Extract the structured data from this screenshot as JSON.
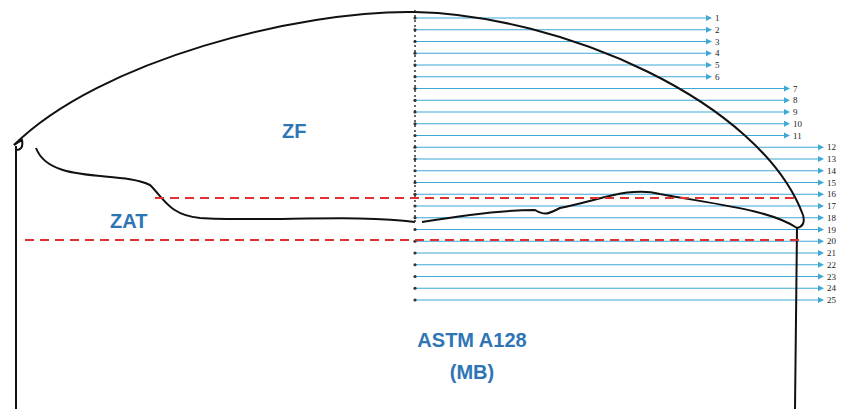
{
  "diagram": {
    "labels": [
      "ZF",
      "ZAT",
      "ASTM A128 (MB)",
      "1",
      "2",
      "3",
      "4",
      "5",
      "6",
      "7",
      "8",
      "9",
      "10",
      "11",
      "12",
      "13",
      "14",
      "15",
      "16",
      "17",
      "18",
      "19",
      "20",
      "21",
      "22",
      "23",
      "24",
      "25"
    ]
  }
}
